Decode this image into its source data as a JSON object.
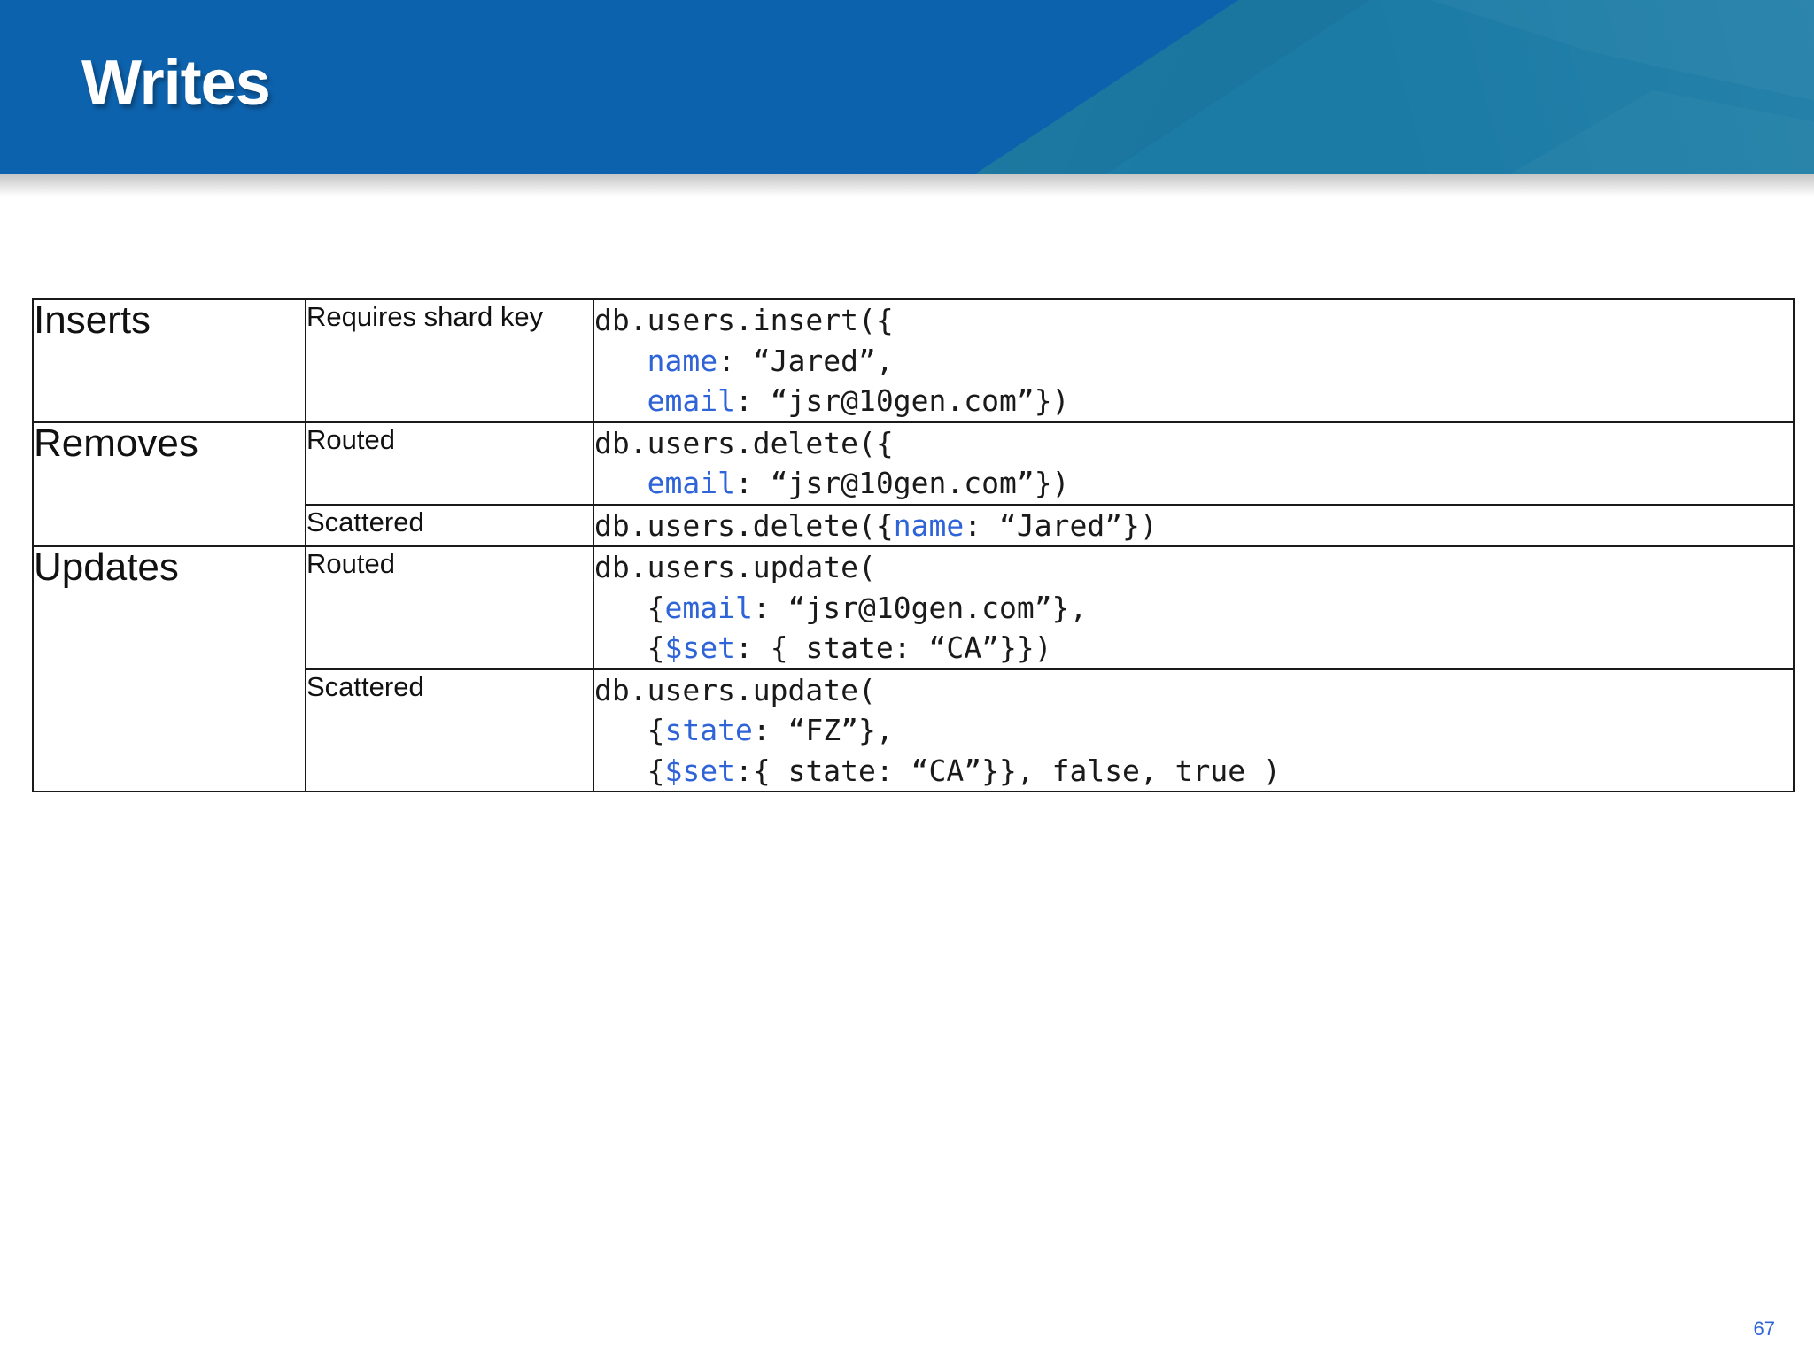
{
  "slide": {
    "title": "Writes",
    "page_number": "67",
    "accent_blue": "#0d62ad",
    "accent_teal": "#1b7ba5",
    "code_keyword_color": "#2f64d8"
  },
  "table": {
    "rows": [
      {
        "category": "Inserts",
        "kind": "Requires shard key",
        "code_lines": [
          [
            {
              "t": "db.users.insert({",
              "kw": false
            }
          ],
          [
            {
              "t": "   ",
              "kw": false
            },
            {
              "t": "name",
              "kw": true
            },
            {
              "t": ": “Jared”,",
              "kw": false
            }
          ],
          [
            {
              "t": "   ",
              "kw": false
            },
            {
              "t": "email",
              "kw": true
            },
            {
              "t": ": “jsr@10gen.com”})",
              "kw": false
            }
          ]
        ]
      },
      {
        "category": "Removes",
        "kind": "Routed",
        "code_lines": [
          [
            {
              "t": "db.users.delete({",
              "kw": false
            }
          ],
          [
            {
              "t": "   ",
              "kw": false
            },
            {
              "t": "email",
              "kw": true
            },
            {
              "t": ": “jsr@10gen.com”})",
              "kw": false
            }
          ]
        ]
      },
      {
        "category": "",
        "kind": "Scattered",
        "code_lines": [
          [
            {
              "t": "db.users.delete({",
              "kw": false
            },
            {
              "t": "name",
              "kw": true
            },
            {
              "t": ": “Jared”})",
              "kw": false
            }
          ]
        ]
      },
      {
        "category": "Updates",
        "kind": "Routed",
        "code_lines": [
          [
            {
              "t": "db.users.update(",
              "kw": false
            }
          ],
          [
            {
              "t": "   {",
              "kw": false
            },
            {
              "t": "email",
              "kw": true
            },
            {
              "t": ": “jsr@10gen.com”},",
              "kw": false
            }
          ],
          [
            {
              "t": "   {",
              "kw": false
            },
            {
              "t": "$set",
              "kw": true
            },
            {
              "t": ": { state: “CA”}})",
              "kw": false
            }
          ]
        ]
      },
      {
        "category": "",
        "kind": "Scattered",
        "code_lines": [
          [
            {
              "t": "db.users.update(",
              "kw": false
            }
          ],
          [
            {
              "t": "   {",
              "kw": false
            },
            {
              "t": "state",
              "kw": true
            },
            {
              "t": ": “FZ”},",
              "kw": false
            }
          ],
          [
            {
              "t": "   {",
              "kw": false
            },
            {
              "t": "$set",
              "kw": true
            },
            {
              "t": ":{ state: “CA”}}, false, true )",
              "kw": false
            }
          ]
        ]
      }
    ]
  }
}
